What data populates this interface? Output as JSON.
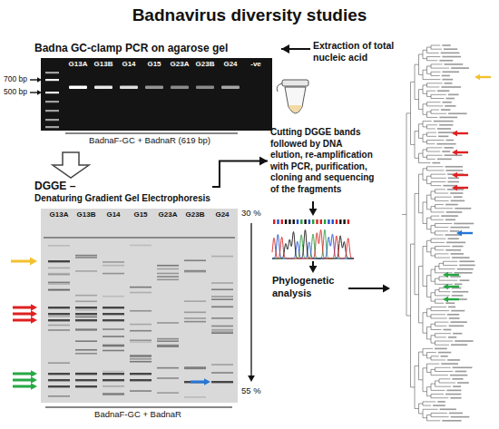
{
  "diagram": {
    "title": "Badnavirus diversity studies",
    "nodes": [
      {
        "text": [
          "Badna GC-clamp PCR on agarose gel"
        ]
      },
      {
        "text": [
          "Extraction of total nucleic acid"
        ]
      },
      {
        "text": [
          "DGGE –",
          "Denaturing Gradient Gel Electrophoresis"
        ]
      },
      {
        "text": [
          "Cutting DGGE bands followed by DNA elution, re-amplification with PCR, purification, cloning and sequencing of the fragments"
        ]
      },
      {
        "text": [
          "Phylogenetic analysis"
        ]
      }
    ],
    "edges": [
      {
        "from": 1,
        "to": 0,
        "arrow": "to"
      },
      {
        "from": 0,
        "to": 2,
        "arrow": "to"
      },
      {
        "from": 2,
        "to": 3,
        "arrow": "to"
      }
    ],
    "labels": [
      "700 bp",
      "500 bp",
      "G13A",
      "G13B",
      "G14",
      "G15",
      "G23A",
      "G23B",
      "G24",
      "-ve",
      "BadnaF-GC + BadnaR (619 bp)",
      "30 %",
      "55 %",
      "G13A",
      "G13B",
      "G14",
      "G15",
      "G23A",
      "G23B",
      "G24",
      "BadnaF-GC + BadnaR"
    ]
  }
}
